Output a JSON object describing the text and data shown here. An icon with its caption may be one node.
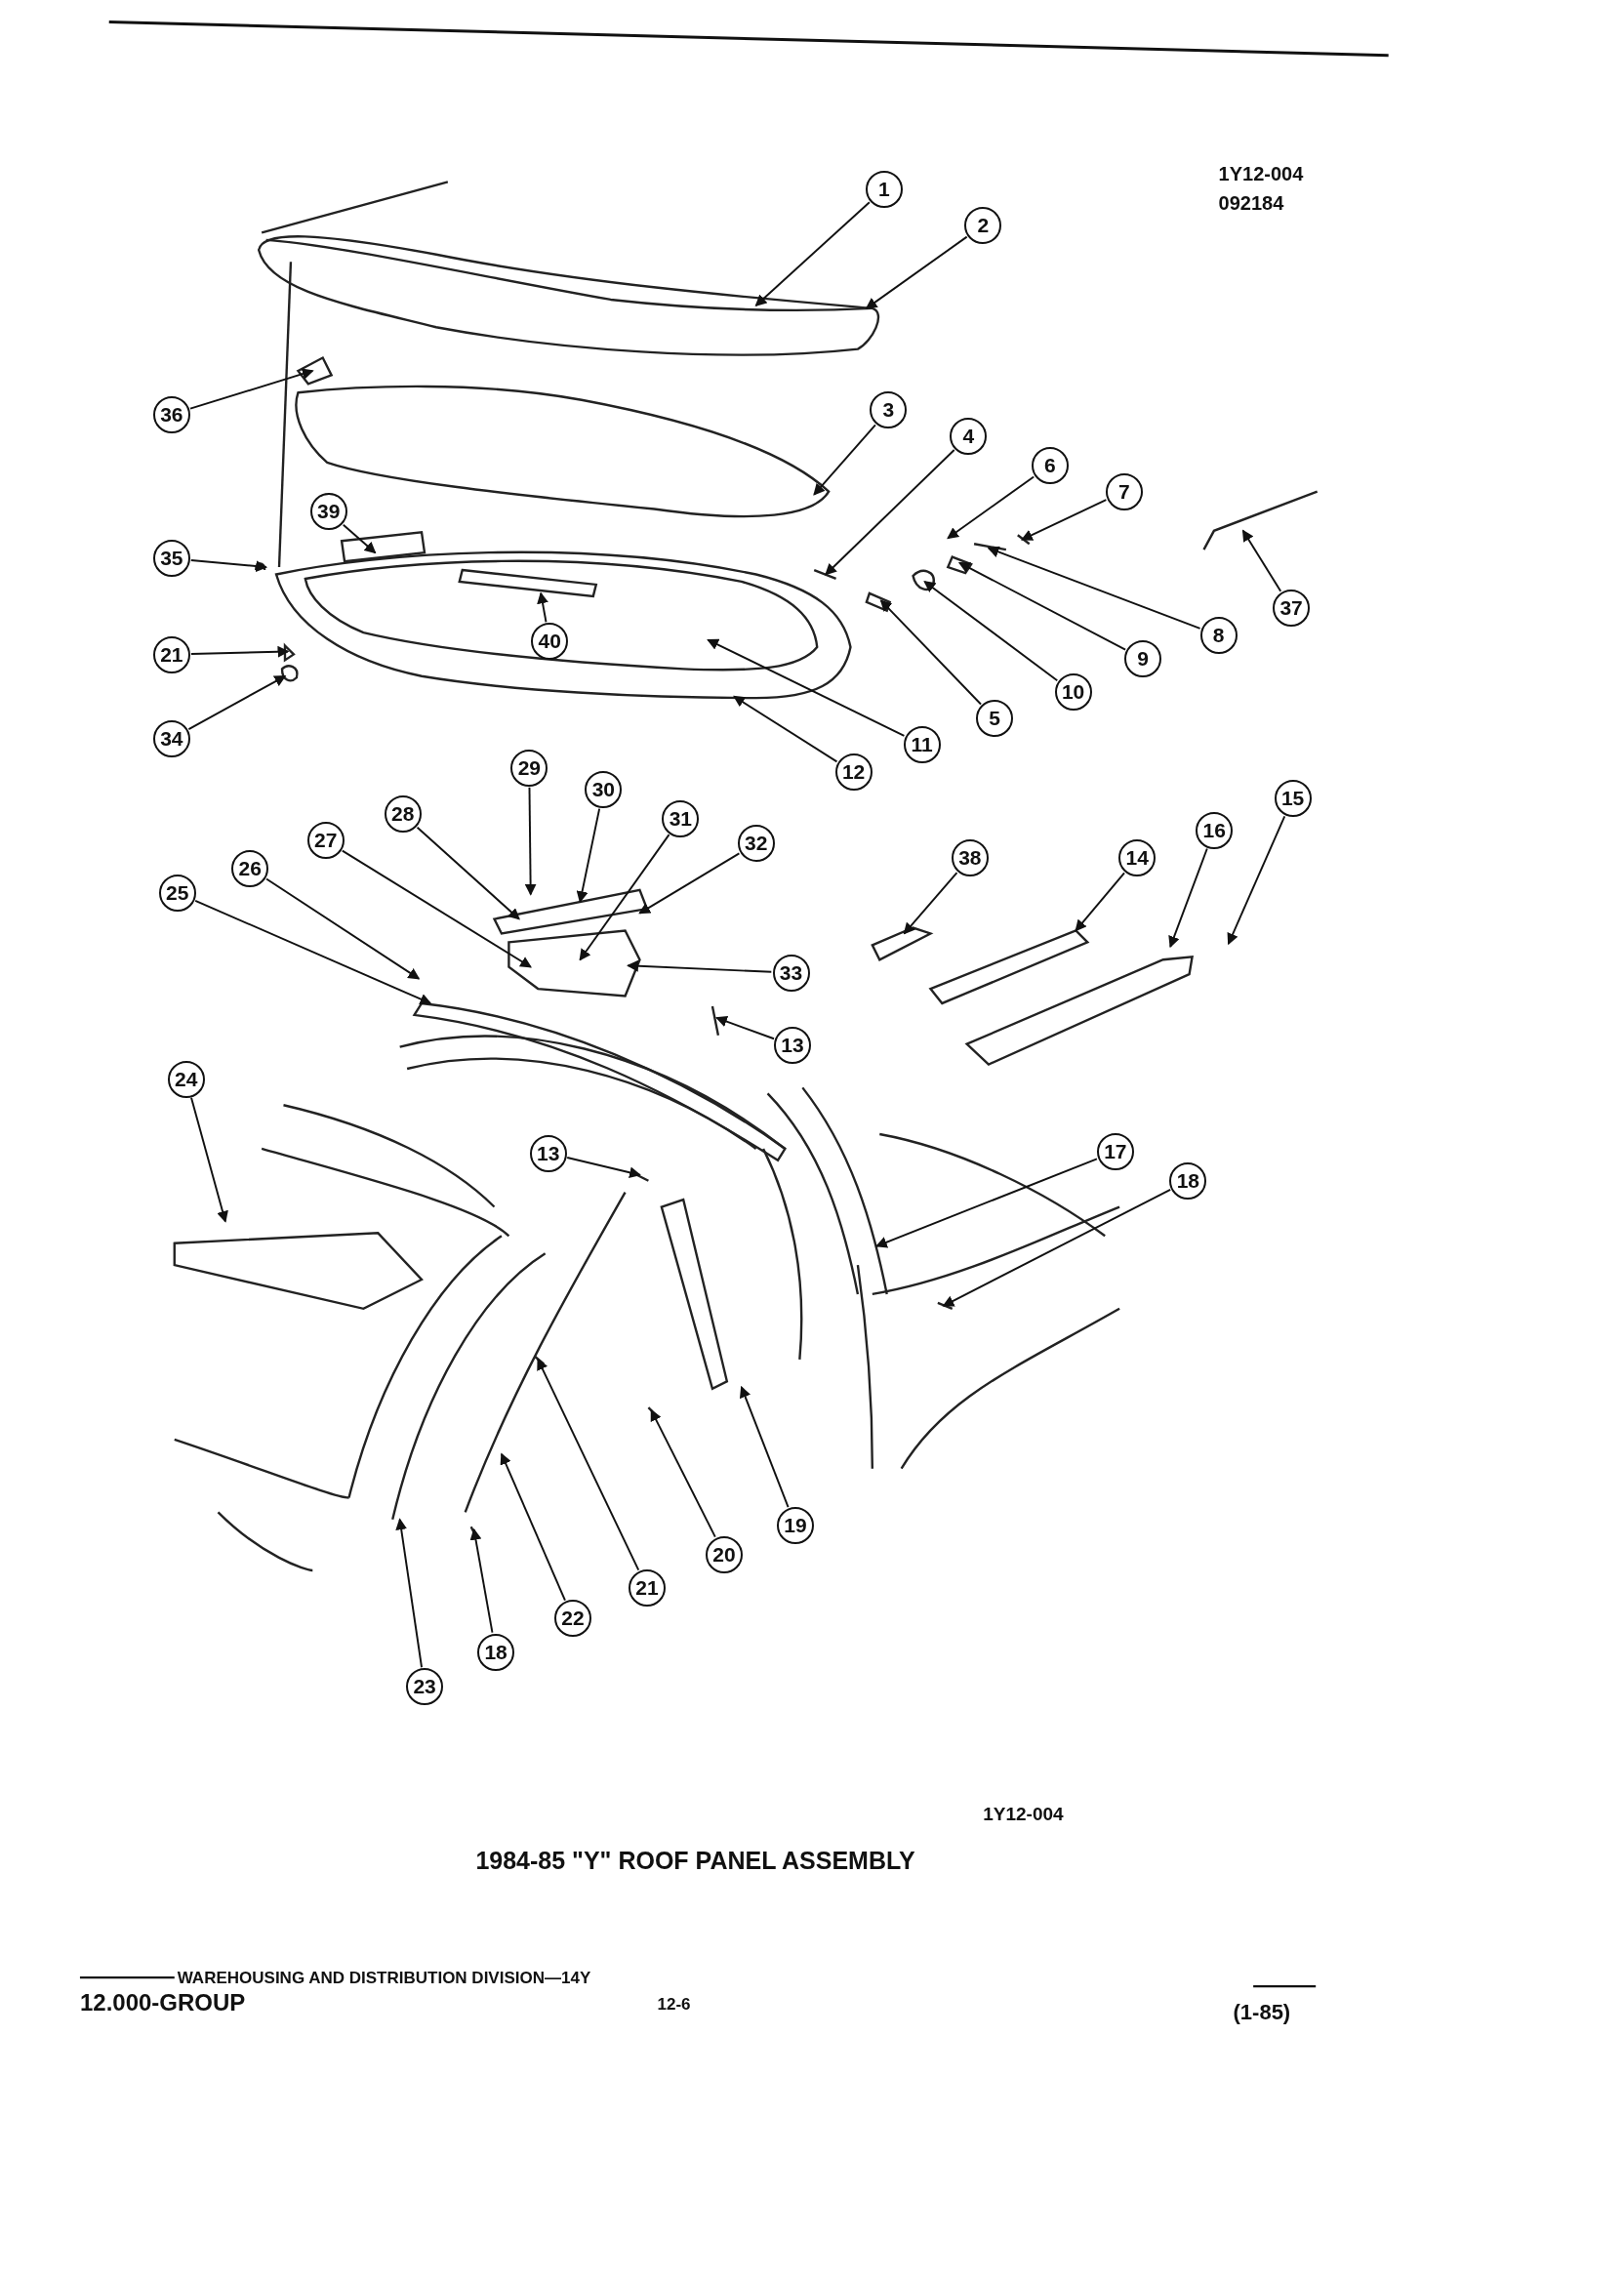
{
  "diagram": {
    "caption": "1984-85 \"Y\" ROOF PANEL ASSEMBLY",
    "nodes": [
      {
        "text": [
          "1"
        ]
      },
      {
        "text": [
          "2"
        ]
      },
      {
        "text": [
          "36"
        ]
      },
      {
        "text": [
          "3"
        ]
      },
      {
        "text": [
          "4"
        ]
      },
      {
        "text": [
          "6"
        ]
      },
      {
        "text": [
          "7"
        ]
      },
      {
        "text": [
          "39"
        ]
      },
      {
        "text": [
          "35"
        ]
      },
      {
        "text": [
          "37"
        ]
      },
      {
        "text": [
          "8"
        ]
      },
      {
        "text": [
          "40"
        ]
      },
      {
        "text": [
          "21"
        ]
      },
      {
        "text": [
          "9"
        ]
      },
      {
        "text": [
          "10"
        ]
      },
      {
        "text": [
          "5"
        ]
      },
      {
        "text": [
          "34"
        ]
      },
      {
        "text": [
          "11"
        ]
      },
      {
        "text": [
          "12"
        ]
      },
      {
        "text": [
          "29"
        ]
      },
      {
        "text": [
          "30"
        ]
      },
      {
        "text": [
          "15"
        ]
      },
      {
        "text": [
          "28"
        ]
      },
      {
        "text": [
          "31"
        ]
      },
      {
        "text": [
          "16"
        ]
      },
      {
        "text": [
          "27"
        ]
      },
      {
        "text": [
          "32"
        ]
      },
      {
        "text": [
          "38"
        ]
      },
      {
        "text": [
          "14"
        ]
      },
      {
        "text": [
          "26"
        ]
      },
      {
        "text": [
          "25"
        ]
      },
      {
        "text": [
          "33"
        ]
      },
      {
        "text": [
          "13"
        ]
      },
      {
        "text": [
          "24"
        ]
      },
      {
        "text": [
          "13"
        ]
      },
      {
        "text": [
          "17"
        ]
      },
      {
        "text": [
          "18"
        ]
      },
      {
        "text": [
          "19"
        ]
      },
      {
        "text": [
          "20"
        ]
      },
      {
        "text": [
          "21"
        ]
      },
      {
        "text": [
          "22"
        ]
      },
      {
        "text": [
          "18"
        ]
      },
      {
        "text": [
          "23"
        ]
      }
    ],
    "edges": [
      {
        "from": 0,
        "to": null,
        "arrow": "to"
      },
      {
        "from": 1,
        "to": null,
        "arrow": "to"
      },
      {
        "from": 2,
        "to": null,
        "arrow": "to"
      },
      {
        "from": 3,
        "to": null,
        "arrow": "to"
      },
      {
        "from": 4,
        "to": null,
        "arrow": "to"
      },
      {
        "from": 5,
        "to": null,
        "arrow": "to"
      },
      {
        "from": 6,
        "to": null,
        "arrow": "to"
      },
      {
        "from": 7,
        "to": null,
        "arrow": "to"
      },
      {
        "from": 8,
        "to": null,
        "arrow": "to"
      },
      {
        "from": 9,
        "to": null,
        "arrow": "to"
      },
      {
        "from": 10,
        "to": null,
        "arrow": "to"
      },
      {
        "from": 11,
        "to": null,
        "arrow": "to"
      },
      {
        "from": 12,
        "to": null,
        "arrow": "to"
      },
      {
        "from": 13,
        "to": null,
        "arrow": "to"
      },
      {
        "from": 14,
        "to": null,
        "arrow": "to"
      },
      {
        "from": 15,
        "to": null,
        "arrow": "to"
      },
      {
        "from": 16,
        "to": null,
        "arrow": "to"
      },
      {
        "from": 17,
        "to": null,
        "arrow": "to"
      },
      {
        "from": 18,
        "to": null,
        "arrow": "to"
      },
      {
        "from": 19,
        "to": null,
        "arrow": "to"
      },
      {
        "from": 20,
        "to": null,
        "arrow": "to"
      },
      {
        "from": 21,
        "to": null,
        "arrow": "to"
      },
      {
        "from": 22,
        "to": null,
        "arrow": "to"
      },
      {
        "from": 23,
        "to": null,
        "arrow": "to"
      },
      {
        "from": 24,
        "to": null,
        "arrow": "to"
      },
      {
        "from": 25,
        "to": null,
        "arrow": "to"
      },
      {
        "from": 26,
        "to": null,
        "arrow": "to"
      },
      {
        "from": 27,
        "to": null,
        "arrow": "to"
      },
      {
        "from": 28,
        "to": null,
        "arrow": "to"
      },
      {
        "from": 29,
        "to": null,
        "arrow": "to"
      },
      {
        "from": 30,
        "to": null,
        "arrow": "to"
      },
      {
        "from": 31,
        "to": null,
        "arrow": "to"
      },
      {
        "from": 32,
        "to": null,
        "arrow": "to"
      },
      {
        "from": 33,
        "to": null,
        "arrow": "to"
      },
      {
        "from": 34,
        "to": null,
        "arrow": "to"
      },
      {
        "from": 35,
        "to": null,
        "arrow": "to"
      },
      {
        "from": 36,
        "to": null,
        "arrow": "to"
      },
      {
        "from": 37,
        "to": null,
        "arrow": "to"
      },
      {
        "from": 38,
        "to": null,
        "arrow": "to"
      },
      {
        "from": 39,
        "to": null,
        "arrow": "to"
      },
      {
        "from": 40,
        "to": null,
        "arrow": "to"
      },
      {
        "from": 41,
        "to": null,
        "arrow": "to"
      },
      {
        "from": 42,
        "to": null,
        "arrow": "to"
      }
    ],
    "labels": [
      "1Y12-004",
      "092184",
      "1Y12-004",
      "WAREHOUSING AND DISTRIBUTION DIVISION—14Y",
      "12.000-GROUP",
      "12-6",
      "(1-85)"
    ]
  }
}
